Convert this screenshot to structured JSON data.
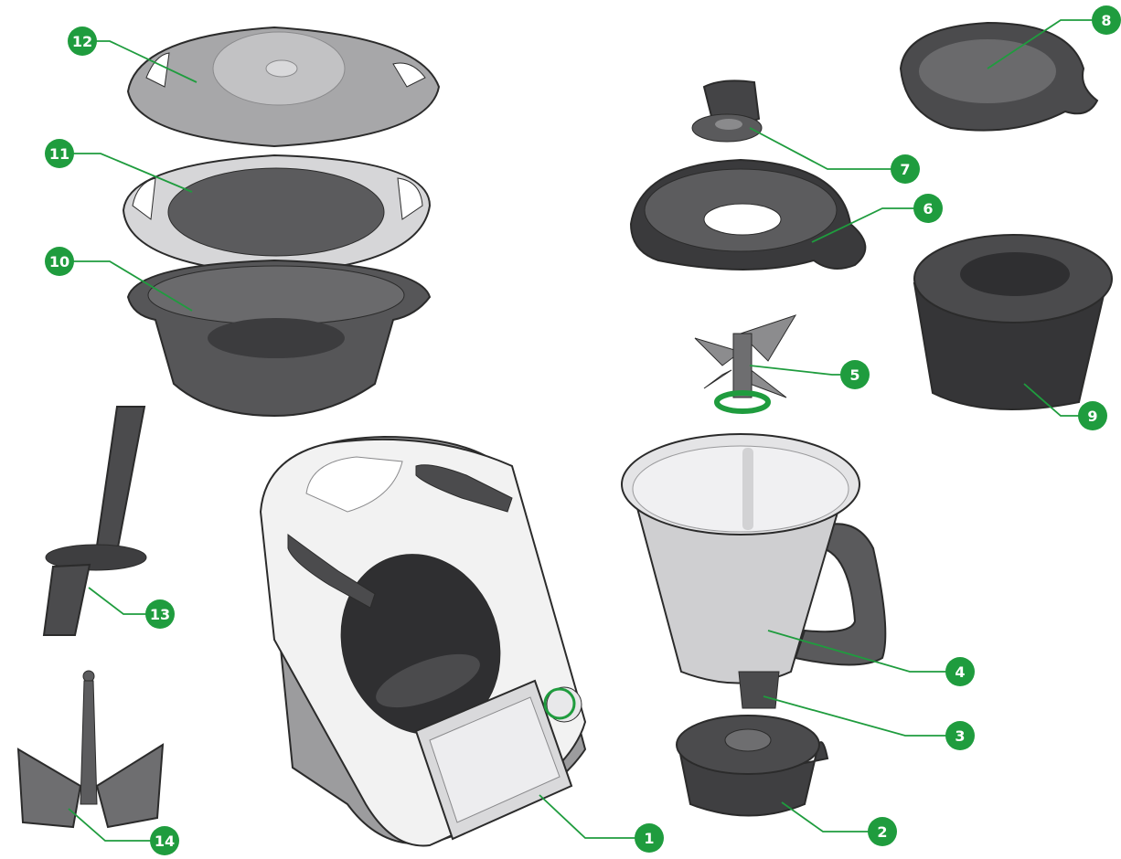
{
  "colors": {
    "badge": "#1f9c3e",
    "leader": "#1f9c3e",
    "part_dark": "#4b4b4d",
    "part_mid": "#7a7a7c",
    "part_light": "#bdbdbf",
    "part_white": "#f2f2f2",
    "outline": "#2b2b2b"
  },
  "callouts": [
    {
      "label": "1",
      "part": "base-unit"
    },
    {
      "label": "2",
      "part": "bowl-base"
    },
    {
      "label": "3",
      "part": "bowl-connector"
    },
    {
      "label": "4",
      "part": "mixing-bowl"
    },
    {
      "label": "5",
      "part": "blade"
    },
    {
      "label": "6",
      "part": "bowl-lid"
    },
    {
      "label": "7",
      "part": "measuring-cup"
    },
    {
      "label": "8",
      "part": "splash-guard"
    },
    {
      "label": "9",
      "part": "simmering-basket"
    },
    {
      "label": "10",
      "part": "steamer-tray-deep"
    },
    {
      "label": "11",
      "part": "steamer-tray-shallow"
    },
    {
      "label": "12",
      "part": "steamer-lid"
    },
    {
      "label": "13",
      "part": "spatula"
    },
    {
      "label": "14",
      "part": "butterfly-whisk"
    }
  ]
}
